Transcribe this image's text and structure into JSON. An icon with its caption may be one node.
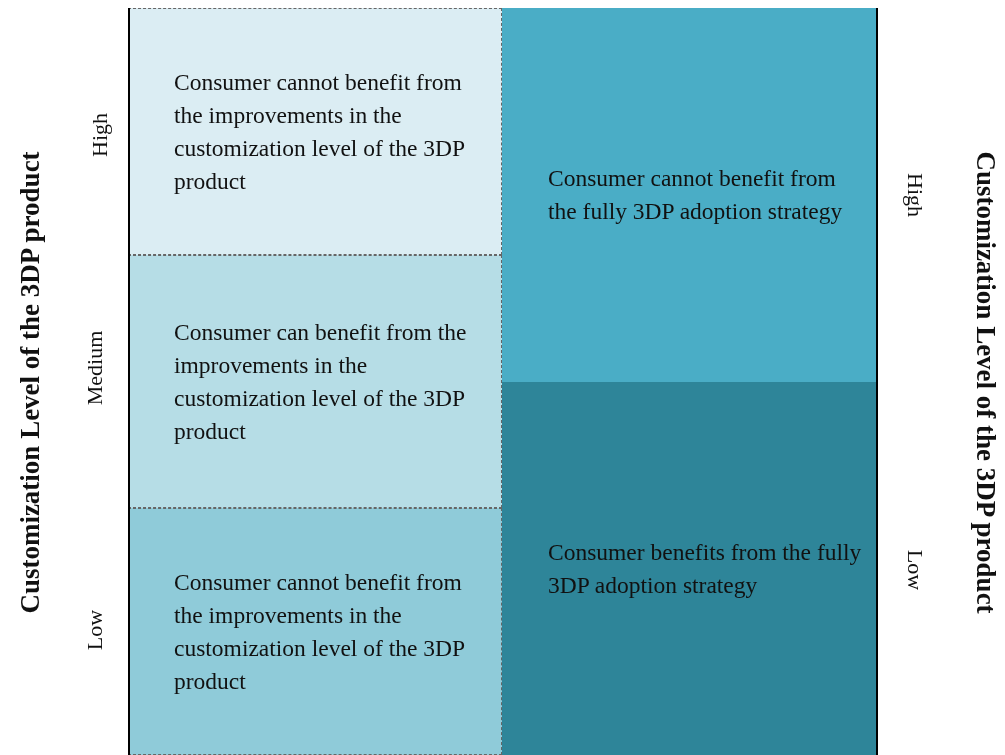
{
  "diagram": {
    "nodes": [
      {
        "text": [
          "Consumer cannot benefit from the improvements in the customization level of the 3DP product"
        ]
      },
      {
        "text": [
          "Consumer cannot benefit from the fully 3DP adoption strategy"
        ]
      },
      {
        "text": [
          "Consumer can benefit from the improvements in the customization level of the 3DP product"
        ]
      },
      {
        "text": [
          "Consumer cannot benefit from the improvements in the customization level of the 3DP product"
        ]
      },
      {
        "text": [
          "Consumer benefits from the fully 3DP adoption strategy"
        ]
      }
    ],
    "labels": [
      "Customization Level of the 3DP product",
      "High",
      "Medium",
      "Low",
      "High",
      "Low",
      "Customization Level of the 3DP product"
    ]
  }
}
